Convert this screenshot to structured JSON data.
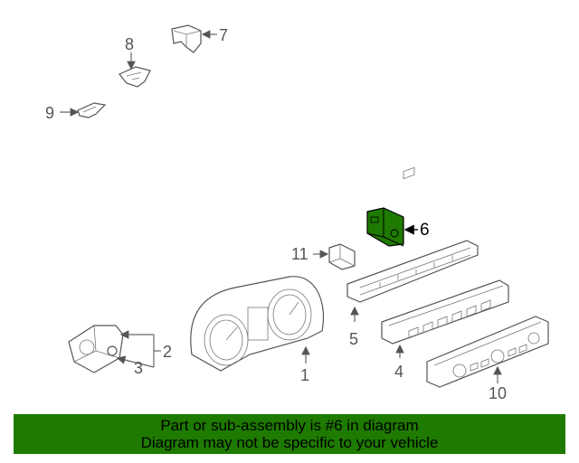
{
  "callouts": {
    "c1": "1",
    "c2": "2",
    "c3": "3",
    "c4": "4",
    "c5": "5",
    "c6": "6",
    "c7": "7",
    "c8": "8",
    "c9": "9",
    "c10": "10",
    "c11": "11"
  },
  "highlight_color": "#1e7a00",
  "banner": {
    "line1": "Part or sub-assembly is #6 in diagram",
    "line2": "Diagram may not be specific to your vehicle"
  }
}
